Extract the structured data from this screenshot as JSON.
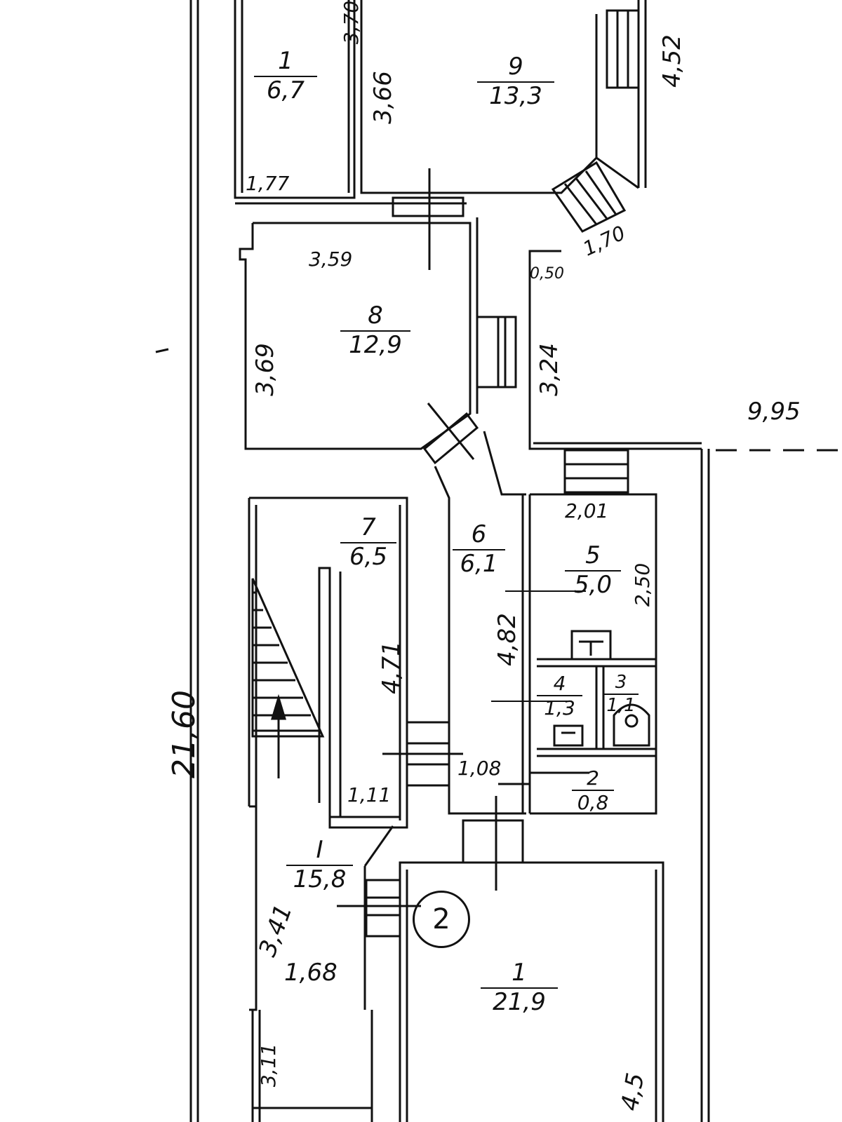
{
  "rooms": [
    {
      "num": "1",
      "area": "6,7"
    },
    {
      "num": "9",
      "area": "13,3"
    },
    {
      "num": "8",
      "area": "12,9"
    },
    {
      "num": "7",
      "area": "6,5"
    },
    {
      "num": "6",
      "area": "6,1"
    },
    {
      "num": "5",
      "area": "5,0"
    },
    {
      "num": "4",
      "area": "1,3"
    },
    {
      "num": "3",
      "area": "1,1"
    },
    {
      "num": "2",
      "area": "0,8"
    },
    {
      "num": "I",
      "area": "15,8"
    },
    {
      "num": "1",
      "area": "21,9"
    }
  ],
  "dimensions": {
    "d_3_70": "3,70",
    "d_3_66": "3,66",
    "d_4_52": "4,52",
    "d_1_77": "1,77",
    "d_3_59": "3,59",
    "d_0_50": "0,50",
    "d_1_70": "1,70",
    "d_3_69": "3,69",
    "d_3_24": "3,24",
    "d_9_95": "9,95",
    "d_2_01": "2,01",
    "d_2_50": "2,50",
    "d_4_71": "4,71",
    "d_4_82": "4,82",
    "d_1_08": "1,08",
    "d_1_11": "1,11",
    "d_21_60": "21,60",
    "d_3_41": "3,41",
    "d_1_68": "1,68",
    "d_3_11": "3,11",
    "d_4_5": "4,5"
  },
  "marker": "2"
}
